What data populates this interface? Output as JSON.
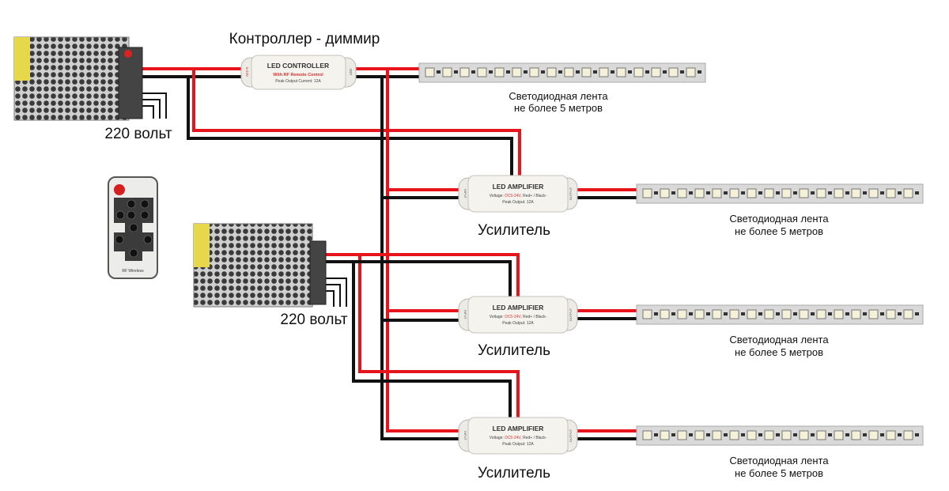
{
  "title": "Контроллер - диммир",
  "power_supply_label": "220 вольт",
  "controller": {
    "name": "LED CONTROLLER",
    "subtitle": "With RF Remote Control",
    "spec": "Peak Output Current: 12A",
    "input_mark": "5-24V",
    "output_mark": "LED"
  },
  "amplifier": {
    "name": "LED AMPLIFIER",
    "voltage_label": "Voltage:",
    "voltage_value": "DC5-24V,",
    "polarity": "Red+ / Black-",
    "spec": "Peak Output: 12A",
    "input_mark": "INPUT",
    "output_mark": "OUTPUT"
  },
  "amplifier_label": "Усилитель",
  "strip_label_line1": "Светодиодная лента",
  "strip_label_line2": "не более 5 метров",
  "remote_label": "RF Wireless",
  "colors": {
    "positive_wire": "#e8141b",
    "negative_wire": "#111111",
    "led": "#f4f1d8",
    "strip": "#d9d9d9"
  }
}
